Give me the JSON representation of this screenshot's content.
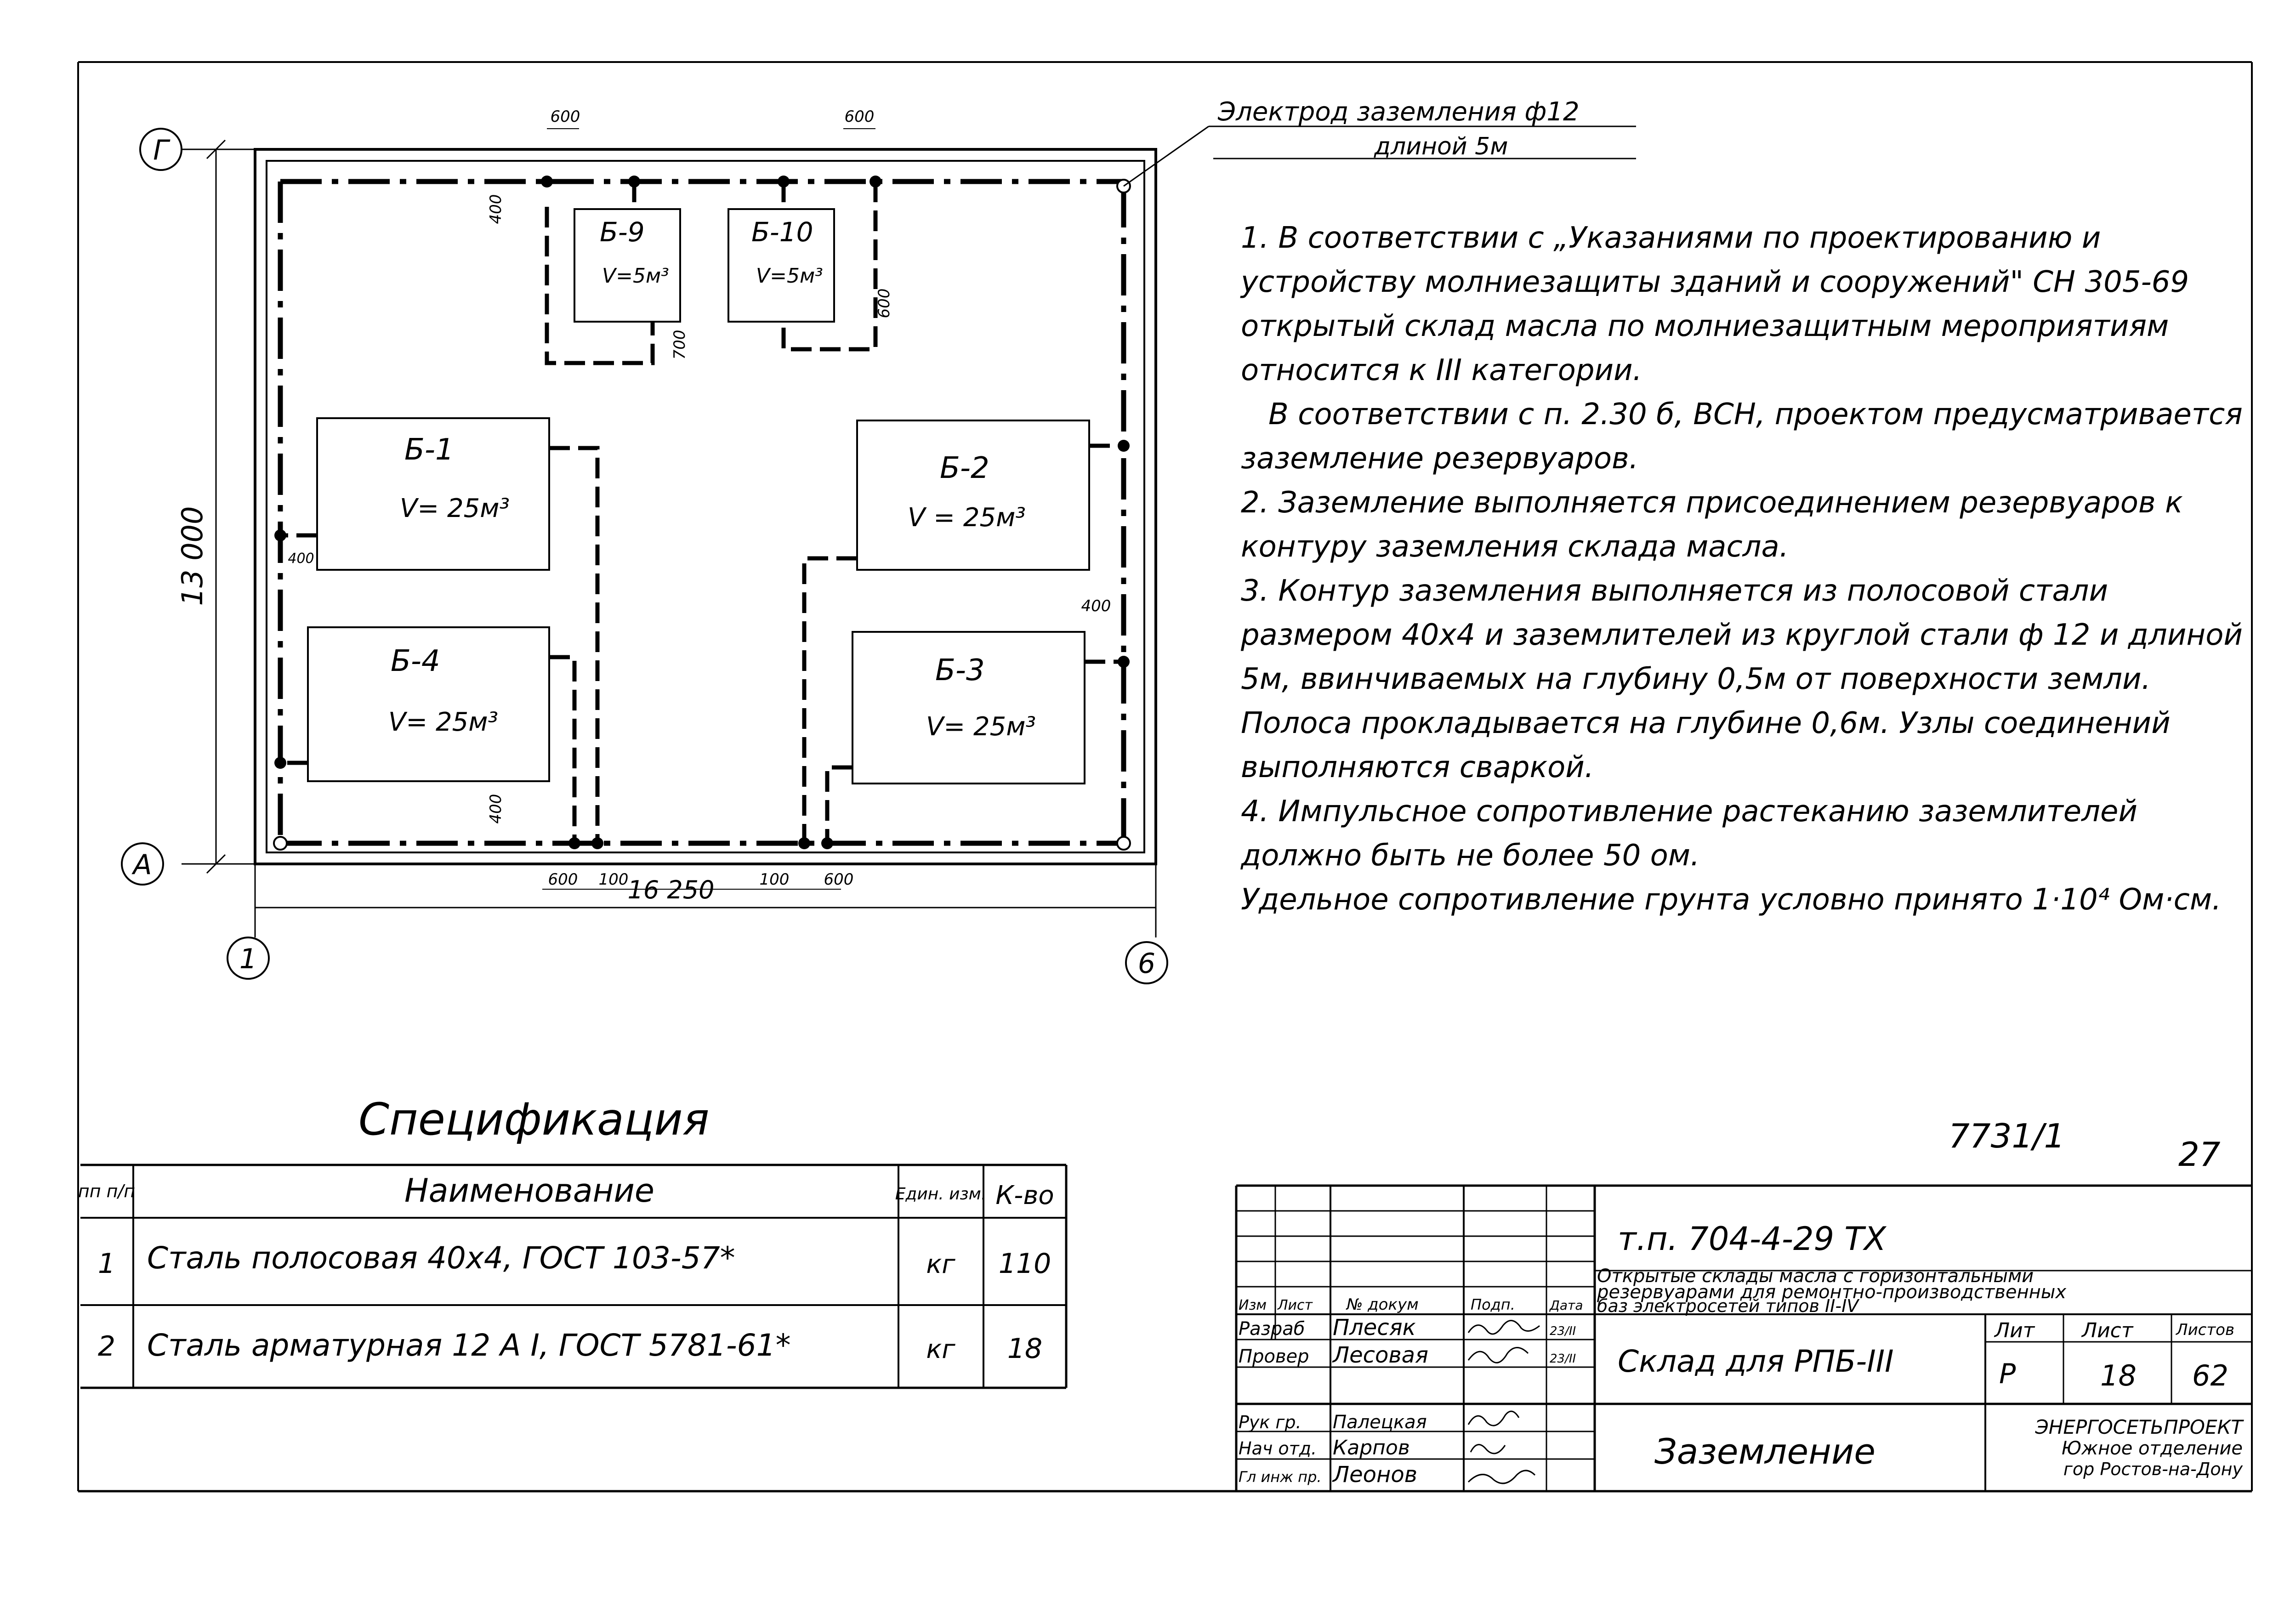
{
  "plan": {
    "axis_g": "Г",
    "axis_a": "А",
    "axis_1": "1",
    "axis_6": "6",
    "electrode_line1": "Электрод заземления ф12",
    "electrode_line2": "длиной 5м",
    "dim_width": "16 250",
    "dim_height": "13 000",
    "dim_600": "600",
    "dim_400": "400",
    "dim_700": "700",
    "dim_100": "100",
    "tanks": {
      "b9_name": "Б-9",
      "b9_vol": "V=5м³",
      "b10_name": "Б-10",
      "b10_vol": "V=5м³",
      "b1_name": "Б-1",
      "b1_vol": "V= 25м³",
      "b2_name": "Б-2",
      "b2_vol": "V = 25м³",
      "b4_name": "Б-4",
      "b4_vol": "V= 25м³",
      "b3_name": "Б-3",
      "b3_vol": "V= 25м³"
    }
  },
  "notes": [
    "1. В соответствии с „Указаниями по проектированию и устройству молниезащиты зданий и сооружений\" СН 305-69 открытый склад масла по молниезащитным мероприятиям относится к III категории.",
    "В соответствии с п. 2.30 б, ВСН, проектом предусматривается заземление резервуаров.",
    "2. Заземление выполняется присоединением резервуаров к контуру заземления склада масла.",
    "3. Контур заземления выполняется из полосовой стали размером 40х4 и заземлителей из круглой стали ф 12 и длиной 5м, ввинчиваемых на глубину 0,5м от поверхности земли. Полоса прокладывается на глубине 0,6м. Узлы соединений выполняются сваркой.",
    "4. Импульсное сопротивление растеканию заземлителей должно быть не более 50 ом.",
    "Удельное сопротивление грунта условно принято 1·10⁴ Ом·см."
  ],
  "spec": {
    "title": "Спецификация",
    "col_num": "пп п/п",
    "col_name": "Наименование",
    "col_unit": "Един. изм.",
    "col_qty": "К-во",
    "rows": [
      {
        "num": "1",
        "name": "Сталь полосовая  40х4,  ГОСТ 103-57*",
        "unit": "кг",
        "qty": "110"
      },
      {
        "num": "2",
        "name": "Сталь арматурная  12 А I,  ГОСТ 5781-61*",
        "unit": "кг",
        "qty": "18"
      }
    ]
  },
  "doc_number": "7731/1",
  "sheet_number": "27",
  "stamp": {
    "code": "т.п. 704-4-29     ТХ",
    "project_line1": "Открытые склады масла с горизонтальными",
    "project_line2": "резервуарами для ремонтно-производственных",
    "project_line3": "баз электросетей   типов         II-IV",
    "header_izm": "Изм",
    "header_list": "Лист",
    "header_doc": "№ докум",
    "header_sign": "Подп.",
    "header_date": "Дата",
    "role1": "Разраб",
    "name1": "Плесяк",
    "date1": "23/ІІ",
    "role2": "Провер",
    "name2": "Лесовая",
    "date2": "23/ІІ",
    "role3": "Рук гр.",
    "name3": "Палецкая",
    "role4": "Нач отд.",
    "name4": "Карпов",
    "role5": "Гл инж пр.",
    "name5": "Леонов",
    "object": "Склад для РПБ-III",
    "lit_label": "Лит",
    "list_label": "Лист",
    "listov_label": "Листов",
    "lit": "Р",
    "list": "18",
    "listov": "62",
    "sheet_title": "Заземление",
    "org_line1": "ЭНЕРГОСЕТЬПРОЕКТ",
    "org_line2": "Южное отделение",
    "org_line3": "гор Ростов-на-Дону"
  }
}
